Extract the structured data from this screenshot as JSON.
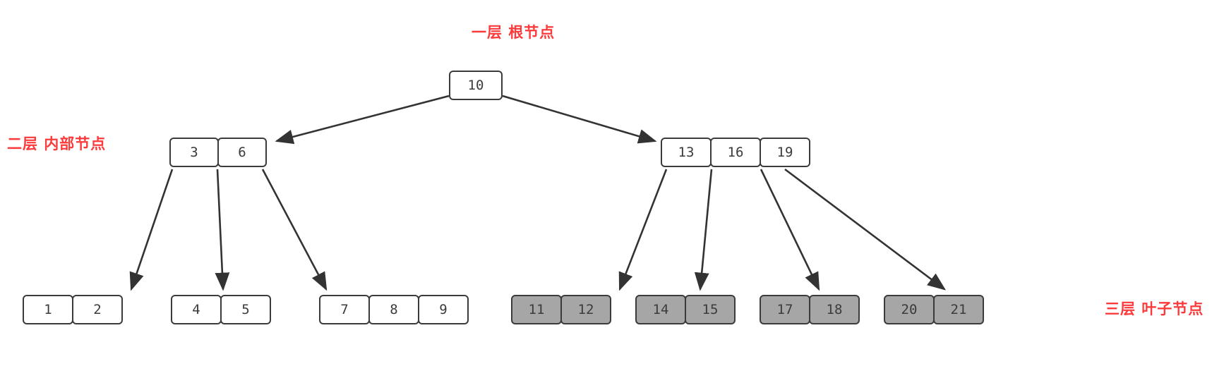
{
  "diagram": {
    "title_labels": {
      "level1": "一层 根节点",
      "level2": "二层 内部节点",
      "level3": "三层 叶子节点"
    },
    "colors": {
      "label_red": "#fb3b3b",
      "node_border": "#3b3b3b",
      "leaf_fill": "#a6a6a6",
      "node_fill": "#ffffff",
      "edge": "#333333"
    },
    "tree": {
      "root": {
        "keys": [
          "10"
        ]
      },
      "internal": [
        {
          "keys": [
            "3",
            "6"
          ]
        },
        {
          "keys": [
            "13",
            "16",
            "19"
          ]
        }
      ],
      "leaves": [
        {
          "keys": [
            "1",
            "2"
          ],
          "filled": false
        },
        {
          "keys": [
            "4",
            "5"
          ],
          "filled": false
        },
        {
          "keys": [
            "7",
            "8",
            "9"
          ],
          "filled": false
        },
        {
          "keys": [
            "11",
            "12"
          ],
          "filled": true
        },
        {
          "keys": [
            "14",
            "15"
          ],
          "filled": true
        },
        {
          "keys": [
            "17",
            "18"
          ],
          "filled": true
        },
        {
          "keys": [
            "20",
            "21"
          ],
          "filled": true
        }
      ]
    }
  }
}
